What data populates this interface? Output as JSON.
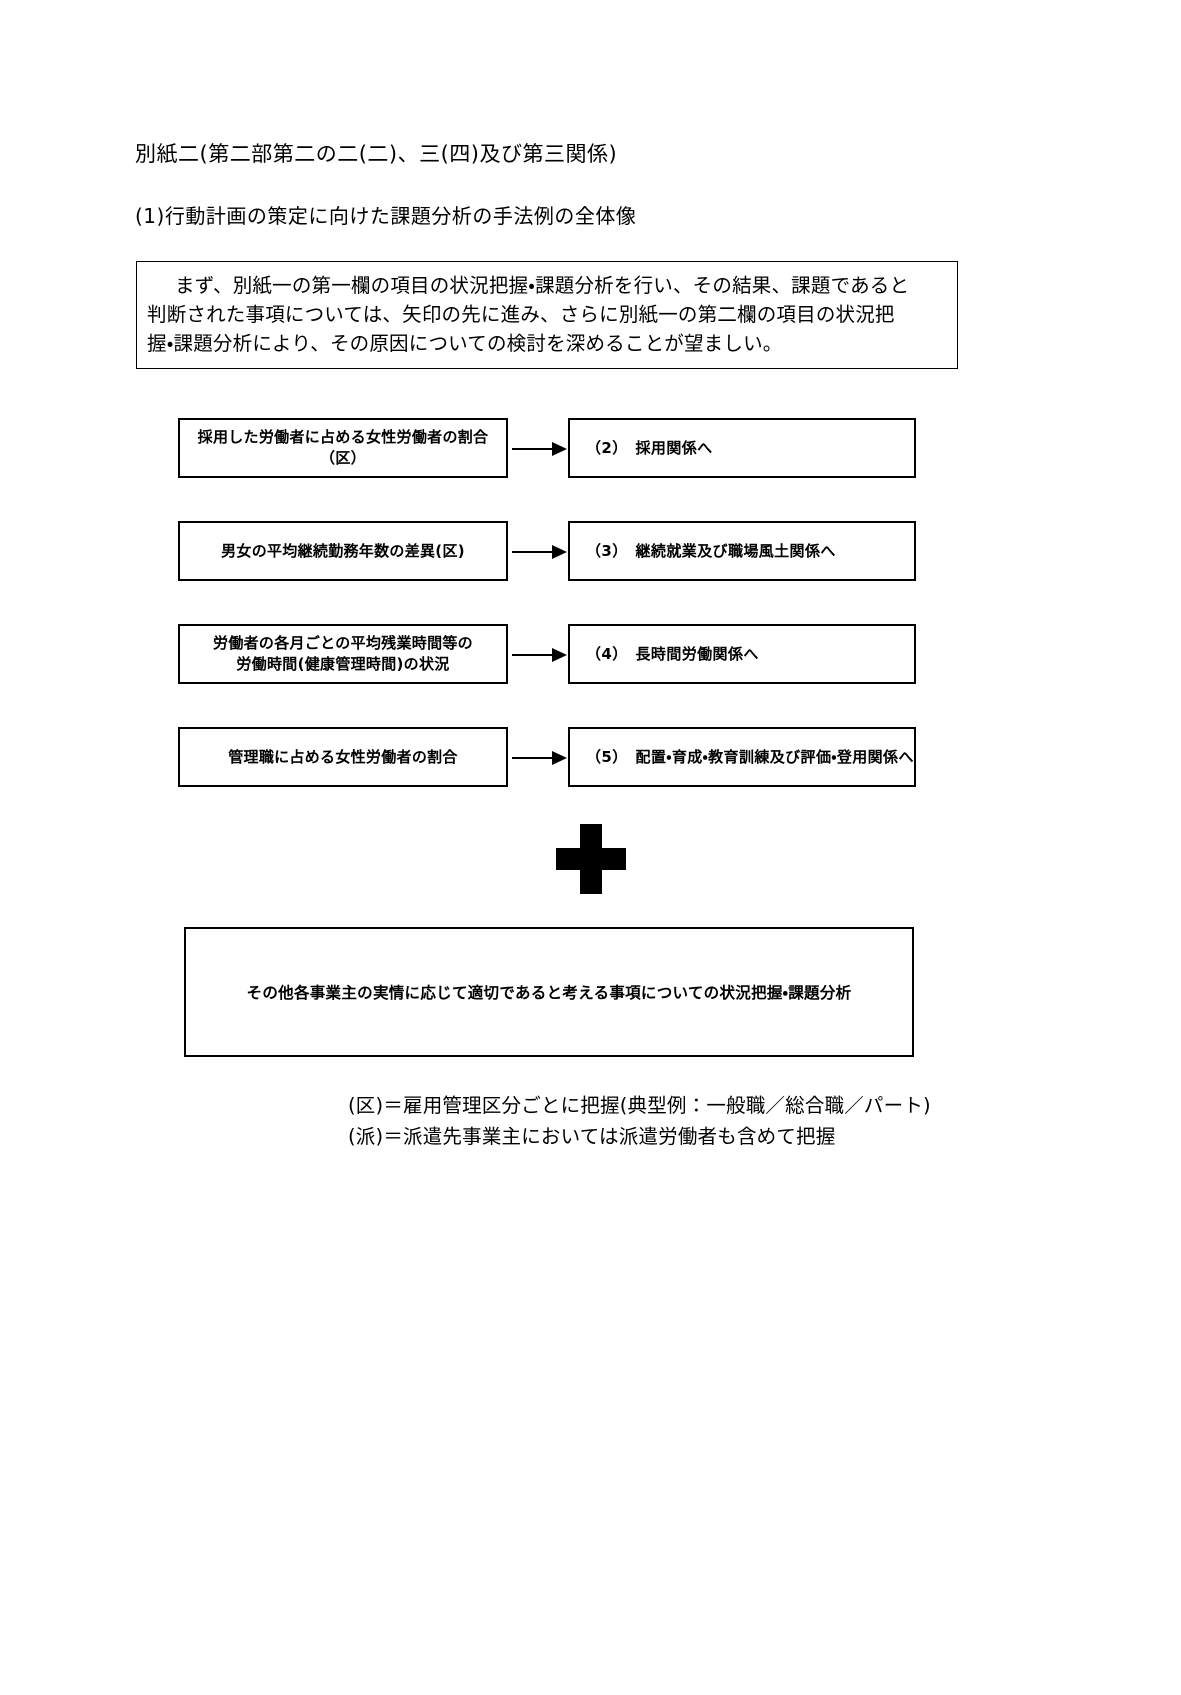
{
  "document": {
    "title": "別紙二(第二部第二の二(二)、三(四)及び第三関係)",
    "subtitle": "(1)行動計画の策定に向けた課題分析の手法例の全体像"
  },
  "intro_box": {
    "lines": [
      "まず、別紙一の第一欄の項目の状況把握・課題分析を行い、その結果、課題であると",
      "判断された事項については、矢印の先に進み、さらに別紙一の第二欄の項目の状況把",
      "握・課題分析により、その原因についての検討を深めることが望ましい。"
    ]
  },
  "flowchart": {
    "type": "flow",
    "arrow_glyph": "→",
    "rows": [
      {
        "source": "採用した労働者に占める女性労働者の割合\n（区）",
        "target": "（2）　採用関係へ"
      },
      {
        "source": "男女の平均継続勤務年数の差異(区)",
        "target": "（3）　継続就業及び職場風土関係へ"
      },
      {
        "source": "労働者の各月ごとの平均残業時間等の\n労働時間(健康管理時間)の状況",
        "target": "（4）　長時間労働関係へ"
      },
      {
        "source": "管理職に占める女性労働者の割合",
        "target": "（5）　配置・育成・教育訓練及び評価・登用関係へ"
      }
    ],
    "plus_symbol": "＋",
    "bottom_box": "その他各事業主の実情に応じて適切であると考える事項についての状況把握・課題分析"
  },
  "footnotes": [
    "(区)＝雇用管理区分ごとに把握(典型例：一般職／総合職／パート)",
    "(派)＝派遣先事業主においては派遣労働者も含めて把握"
  ]
}
